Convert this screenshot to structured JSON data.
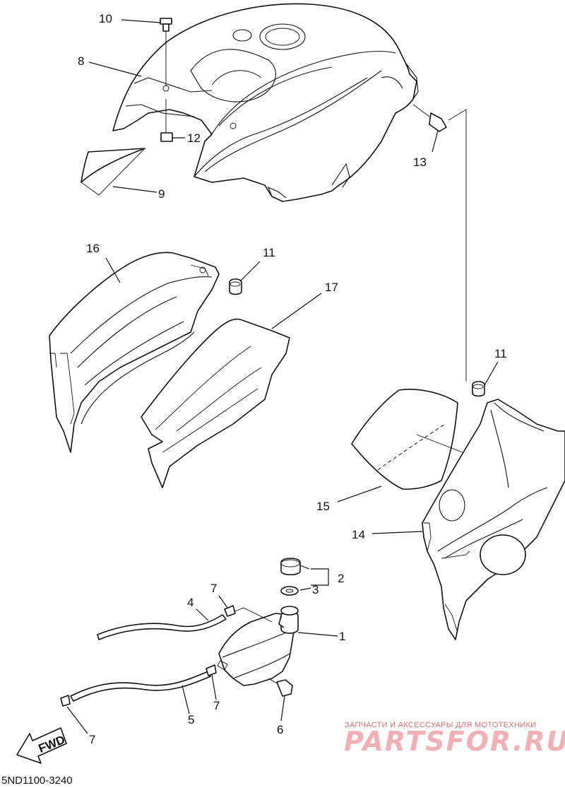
{
  "diagram_code": "5ND1100-3240",
  "fwd_label": "FWD",
  "watermark": {
    "subtitle": "ЗАПЧАСТИ И АКСЕССУАРЫ ДЛЯ МОТОТЕХНИКИ",
    "logo": "PARTSFOR.RU"
  },
  "callouts": {
    "p1": "1",
    "p2": "2",
    "p3": "3",
    "p4": "4",
    "p5": "5",
    "p6": "6",
    "p7a": "7",
    "p7b": "7",
    "p7c": "7",
    "p8": "8",
    "p9": "9",
    "p10": "10",
    "p11a": "11",
    "p11b": "11",
    "p12": "12",
    "p13": "13",
    "p14": "14",
    "p15": "15",
    "p16": "16",
    "p17": "17"
  }
}
